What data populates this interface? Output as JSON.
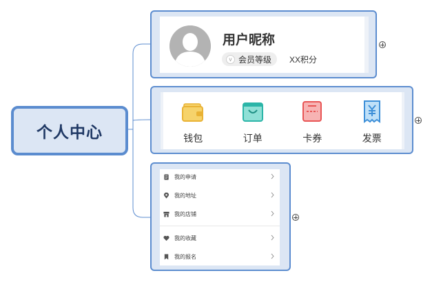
{
  "root": {
    "label": "个人中心"
  },
  "profile": {
    "nickname": "用户昵称",
    "level_badge": "v",
    "level": "会员等级",
    "points": "XX积分"
  },
  "grid": {
    "items": [
      {
        "label": "钱包",
        "icon": "wallet-icon",
        "color": "#e9b234"
      },
      {
        "label": "订单",
        "icon": "shopping-bag-icon",
        "color": "#2bb5a8"
      },
      {
        "label": "卡券",
        "icon": "ticket-icon",
        "color": "#e85454"
      },
      {
        "label": "发票",
        "icon": "invoice-icon",
        "color": "#3d8fd8"
      }
    ]
  },
  "list": {
    "items": [
      {
        "label": "我的申请",
        "icon": "document-icon"
      },
      {
        "label": "我的地址",
        "icon": "location-pin-icon"
      },
      {
        "label": "我的店铺",
        "icon": "store-icon"
      },
      {
        "label": "我的收藏",
        "icon": "heart-icon"
      },
      {
        "label": "我的报名",
        "icon": "bookmark-icon"
      }
    ]
  },
  "colors": {
    "node_border": "#5b8ccf",
    "node_fill": "#dce6f4",
    "root_text": "#1f3864"
  }
}
